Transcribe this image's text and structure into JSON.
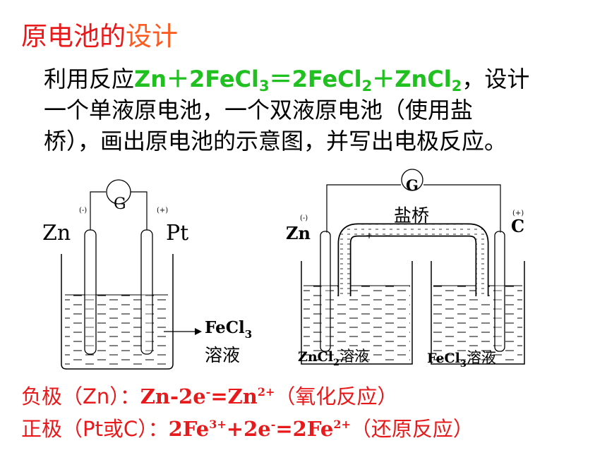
{
  "title": {
    "part1": "原电池的",
    "part2": "设计"
  },
  "problem": {
    "lead": "利用反应",
    "reaction": {
      "a": "Zn＋2FeCl",
      "a_sub": "3",
      "b": "＝2FeCl",
      "b_sub": "2",
      "c": "＋ZnCl",
      "c_sub": "2"
    },
    "tail": "，设计",
    "line2": "一个单液原电池，一个双液原电池（使用盐",
    "line3": "桥），画出原电池的示意图，并写出电极反应。"
  },
  "single_cell": {
    "meter": "G",
    "neg_sign": "(-)",
    "pos_sign": "(+)",
    "anode": "Zn",
    "cathode": "Pt",
    "solution_formula": "FeCl",
    "solution_sub": "3",
    "solution_word": "溶液"
  },
  "double_cell": {
    "meter": "G",
    "salt_bridge": "盐桥",
    "neg_sign": "(-)",
    "pos_sign": "(+)",
    "anode": "Zn",
    "cathode": "C",
    "left_solution": {
      "formula": "ZnCl",
      "sub": "2",
      "word": "溶液"
    },
    "right_solution": {
      "formula": "FeCl",
      "sub": "3",
      "word": "溶液"
    }
  },
  "equations": {
    "negative": {
      "label": "负极（Zn）：",
      "a": "Zn-2e",
      "a_sup": "-",
      "b": "=Zn",
      "b_sup": "2+",
      "note": "（氧化反应）"
    },
    "positive": {
      "label": "正极（Pt或C）：",
      "a": "2Fe",
      "a_sup": "3+",
      "b": "+2e",
      "b_sup": "-",
      "c": "=2Fe",
      "c_sup": "2+",
      "note": "（还原反应）"
    }
  },
  "colors": {
    "title_red": "#e8191b",
    "title_orange": "#ff5a1f",
    "reaction_green": "#1fc01f",
    "equation_red": "#e8191b"
  }
}
